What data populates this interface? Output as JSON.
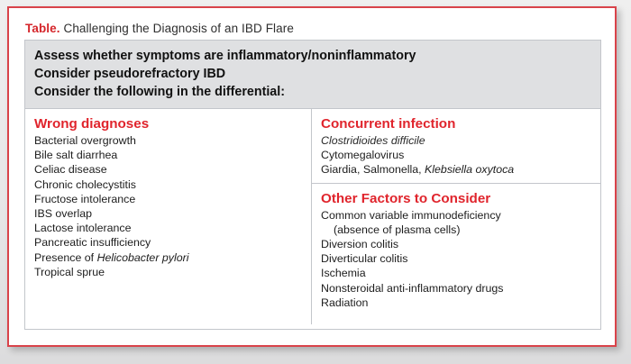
{
  "colors": {
    "frame_border": "#d9434a",
    "heading_red": "#e0242c",
    "title_red": "#d5262b",
    "band_gray": "#dfe0e2",
    "rule_gray": "#c3c6cb",
    "page_background": "#e9e9e9",
    "body_text": "#1d1d1d"
  },
  "title": {
    "label": "Table.",
    "text": "Challenging the Diagnosis of an IBD Flare"
  },
  "header_band": {
    "lines": [
      "Assess whether symptoms are inflammatory/noninflammatory",
      "Consider pseudorefractory IBD",
      "Consider the following in the differential:"
    ]
  },
  "columns": {
    "left": {
      "sections": [
        {
          "heading": "Wrong diagnoses",
          "items": [
            {
              "text": "Bacterial overgrowth",
              "style": "normal"
            },
            {
              "text": "Bile salt diarrhea",
              "style": "normal"
            },
            {
              "text": "Celiac disease",
              "style": "normal"
            },
            {
              "text": "Chronic cholecystitis",
              "style": "normal"
            },
            {
              "text": "Fructose intolerance",
              "style": "normal"
            },
            {
              "text": "IBS overlap",
              "style": "normal"
            },
            {
              "text": "Lactose intolerance",
              "style": "normal"
            },
            {
              "text": "Pancreatic insufficiency",
              "style": "normal"
            },
            {
              "text": "Presence of ",
              "italic_tail": "Helicobacter pylori",
              "style": "mixed"
            },
            {
              "text": "Tropical sprue",
              "style": "normal"
            }
          ]
        }
      ]
    },
    "right": {
      "sections": [
        {
          "heading": "Concurrent infection",
          "items": [
            {
              "text": "Clostridioides difficile",
              "style": "italic"
            },
            {
              "text": "Cytomegalovirus",
              "style": "normal"
            },
            {
              "text": "Giardia, Salmonella, ",
              "italic_tail": "Klebsiella oxytoca",
              "style": "mixed"
            }
          ]
        },
        {
          "heading": "Other Factors to Consider",
          "items": [
            {
              "text": "Common variable immunodeficiency",
              "style": "normal"
            },
            {
              "text": "(absence of plasma cells)",
              "style": "indent"
            },
            {
              "text": "Diversion colitis",
              "style": "normal"
            },
            {
              "text": "Diverticular colitis",
              "style": "normal"
            },
            {
              "text": "Ischemia",
              "style": "normal"
            },
            {
              "text": "Nonsteroidal anti-inflammatory drugs",
              "style": "normal"
            },
            {
              "text": "Radiation",
              "style": "normal"
            }
          ]
        }
      ]
    }
  }
}
